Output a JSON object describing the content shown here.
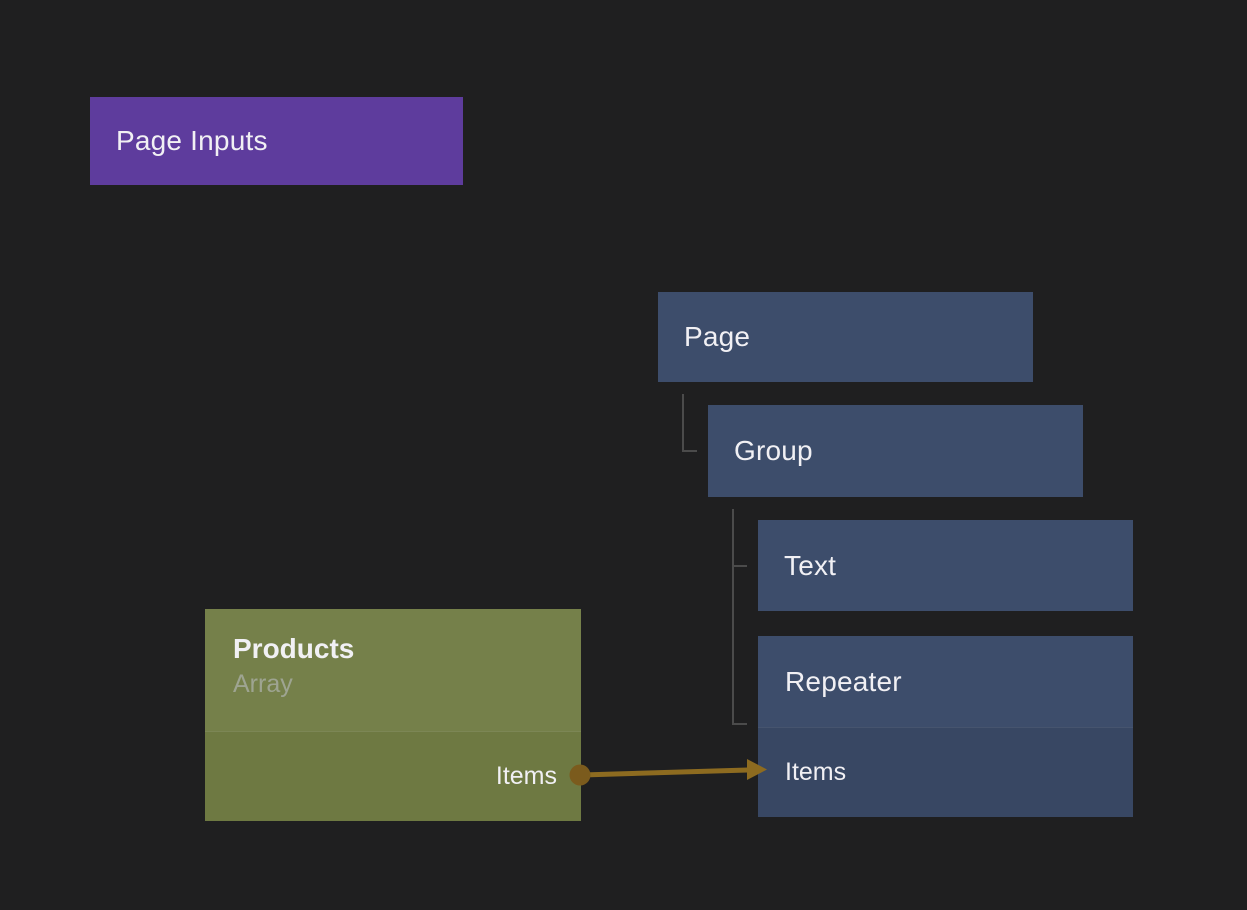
{
  "canvas": {
    "background": "#1f1f20"
  },
  "colors": {
    "purple_node": "#5e3c9d",
    "blue_node": "#3d4d6b",
    "blue_node_row": "#384763",
    "olive_node": "#75804a",
    "olive_node_row": "#6e7942",
    "tree_line": "#4b4b4b",
    "wire": "#8d6b20",
    "port_dot": "#7b5b1d",
    "title_text": "#f1f0f4",
    "subtitle_text": "#9ea491"
  },
  "inputs_node": {
    "label": "Page Inputs"
  },
  "component_tree": {
    "page": {
      "label": "Page"
    },
    "group": {
      "label": "Group"
    },
    "text": {
      "label": "Text"
    },
    "repeater": {
      "label": "Repeater",
      "input_port": {
        "label": "Items"
      }
    }
  },
  "data_node": {
    "title": "Products",
    "subtitle": "Array",
    "output_port": {
      "label": "Items"
    }
  },
  "connection": {
    "from_node": "Products",
    "from_port": "Items",
    "to_node": "Repeater",
    "to_port": "Items"
  }
}
